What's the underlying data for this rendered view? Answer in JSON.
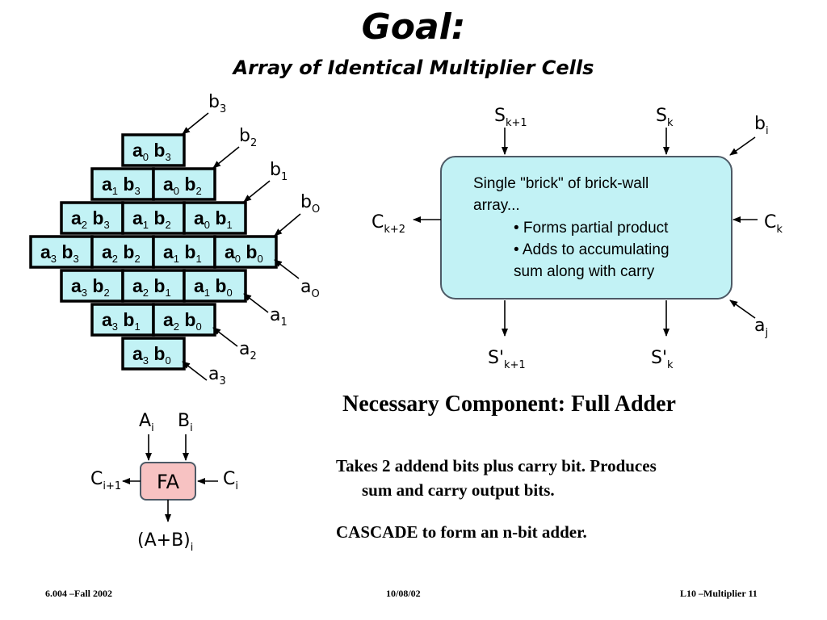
{
  "title": "Goal:",
  "subtitle": "Array of Identical Multiplier Cells",
  "array": {
    "cells": [
      {
        "row": 0,
        "col": 0,
        "a": "0",
        "b": "3"
      },
      {
        "row": 1,
        "col": 0,
        "a": "1",
        "b": "3"
      },
      {
        "row": 1,
        "col": 1,
        "a": "0",
        "b": "2"
      },
      {
        "row": 2,
        "col": 0,
        "a": "2",
        "b": "3"
      },
      {
        "row": 2,
        "col": 1,
        "a": "1",
        "b": "2"
      },
      {
        "row": 2,
        "col": 2,
        "a": "0",
        "b": "1"
      },
      {
        "row": 3,
        "col": 0,
        "a": "3",
        "b": "3"
      },
      {
        "row": 3,
        "col": 1,
        "a": "2",
        "b": "2"
      },
      {
        "row": 3,
        "col": 2,
        "a": "1",
        "b": "1"
      },
      {
        "row": 3,
        "col": 3,
        "a": "0",
        "b": "0"
      },
      {
        "row": 4,
        "col": 0,
        "a": "3",
        "b": "2"
      },
      {
        "row": 4,
        "col": 1,
        "a": "2",
        "b": "1"
      },
      {
        "row": 4,
        "col": 2,
        "a": "1",
        "b": "0"
      },
      {
        "row": 5,
        "col": 0,
        "a": "3",
        "b": "1"
      },
      {
        "row": 5,
        "col": 1,
        "a": "2",
        "b": "0"
      },
      {
        "row": 6,
        "col": 0,
        "a": "3",
        "b": "0"
      }
    ],
    "b_inputs": [
      "3",
      "2",
      "1",
      "O"
    ],
    "a_inputs": [
      "O",
      "1",
      "2",
      "3"
    ]
  },
  "brick": {
    "line1": "Single  \"brick\" of brick-wall",
    "line2": "array...",
    "bullet1": "• Forms partial product",
    "bullet2": "• Adds to accumulating",
    "bullet3": "sum along with carry",
    "s_in1": {
      "base": "S",
      "sub": "k+1"
    },
    "s_in2": {
      "base": "S",
      "sub": "k"
    },
    "b_in": {
      "base": "b",
      "sub": "i"
    },
    "c_out": {
      "base": "C",
      "sub": "k+2"
    },
    "c_in": {
      "base": "C",
      "sub": "k"
    },
    "a_in": {
      "base": "a",
      "sub": "j"
    },
    "s_out1": {
      "base": "S'",
      "sub": "k+1"
    },
    "s_out2": {
      "base": "S'",
      "sub": "k"
    }
  },
  "fa": {
    "label": "FA",
    "a_in": {
      "base": "A",
      "sub": "i"
    },
    "b_in": {
      "base": "B",
      "sub": "i"
    },
    "c_out": {
      "base": "C",
      "sub": "i+1"
    },
    "c_in": {
      "base": "C",
      "sub": "i"
    },
    "sum": {
      "base": "(A+B)",
      "sub": "i"
    }
  },
  "heading": "Necessary Component: Full Adder",
  "para1_line1": "Takes 2 addend bits plus carry bit.  Produces",
  "para1_line2": "sum and carry output bits.",
  "para2": "CASCADE to form an n-bit adder.",
  "footer": {
    "left": "6.004 –Fall  2002",
    "center": "10/08/02",
    "right": "L10 –Multiplier  11"
  }
}
